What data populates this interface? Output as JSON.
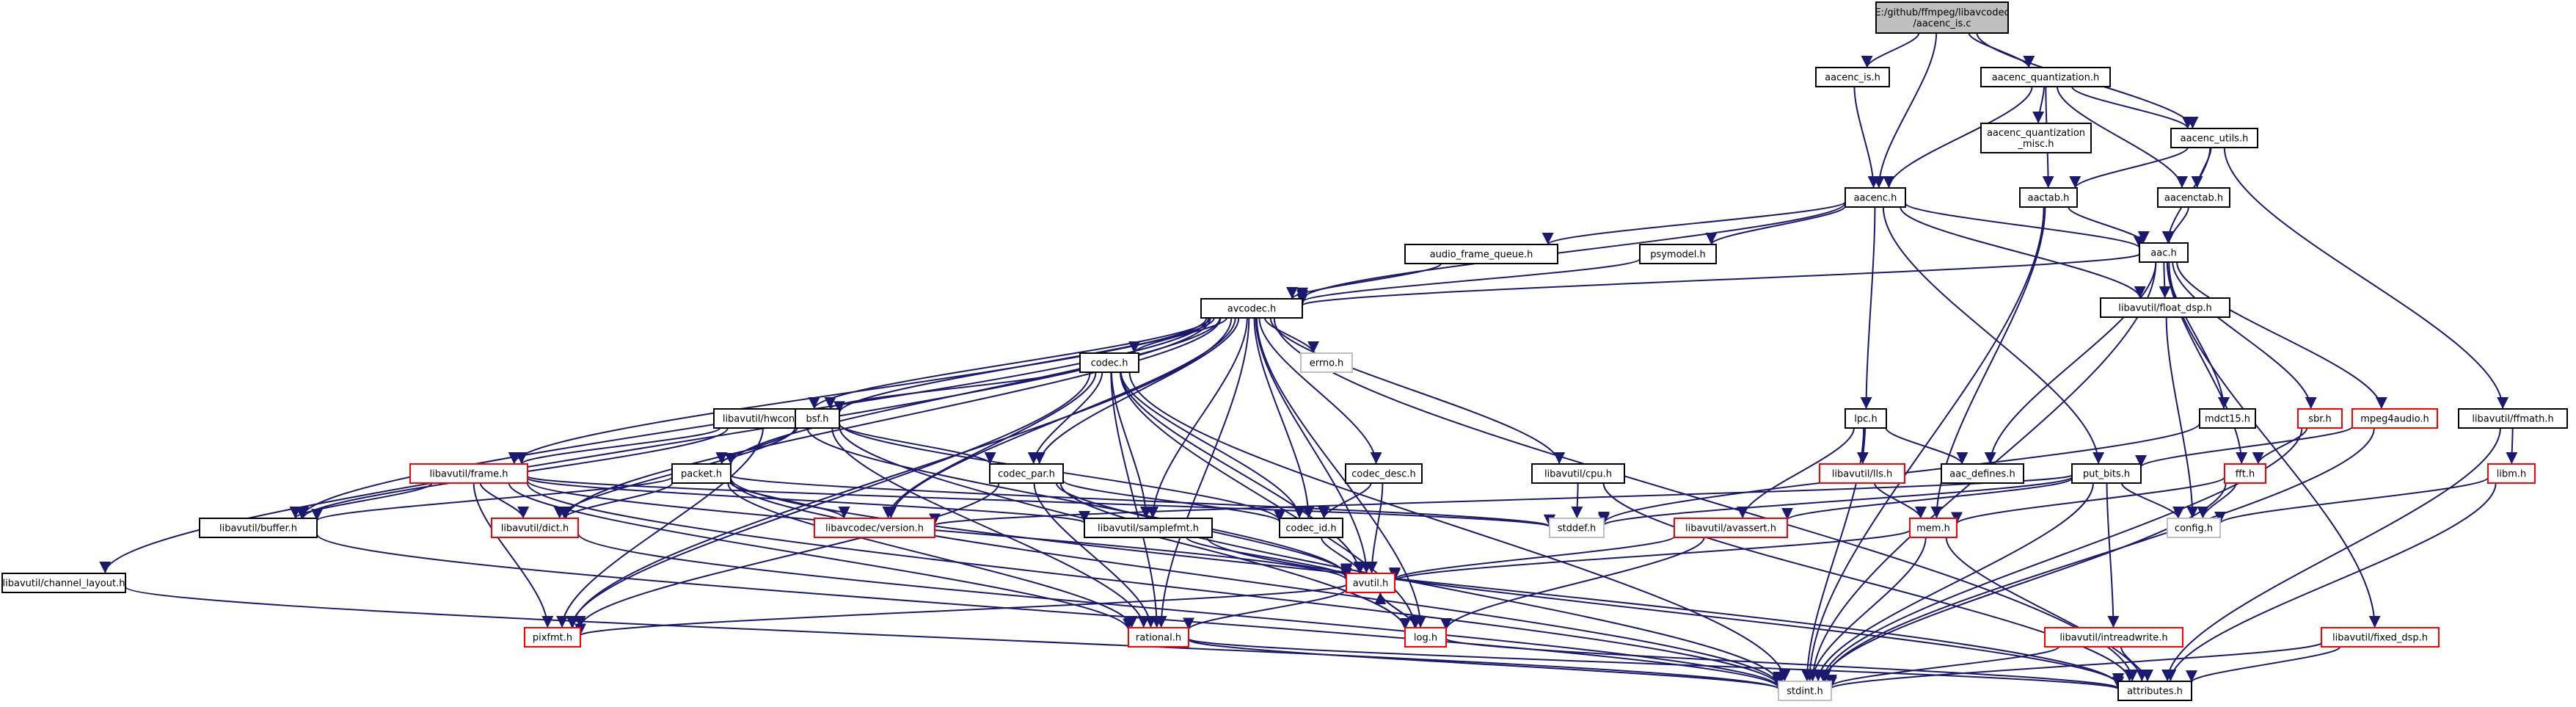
{
  "colors": {
    "edge": "#191970",
    "node_border": "#000000",
    "node_border_truncated": "#ff0000",
    "node_border_external": "#bfbfbf",
    "node_fill": "#ffffff",
    "root_fill": "#bfbfbf"
  },
  "nodes": [
    {
      "id": "root",
      "label": [
        "E:/github/ffmpeg/libavcodec",
        "/aacenc_is.c"
      ],
      "style": "root"
    },
    {
      "id": "aacenc_is_h",
      "label": [
        "aacenc_is.h"
      ],
      "style": "normal"
    },
    {
      "id": "aacenc_quantization_h",
      "label": [
        "aacenc_quantization.h"
      ],
      "style": "normal"
    },
    {
      "id": "aacenc_quantization_misc_h",
      "label": [
        "aacenc_quantization",
        "_misc.h"
      ],
      "style": "normal"
    },
    {
      "id": "aacenc_utils_h",
      "label": [
        "aacenc_utils.h"
      ],
      "style": "normal"
    },
    {
      "id": "aacenc_h",
      "label": [
        "aacenc.h"
      ],
      "style": "normal"
    },
    {
      "id": "aactab_h",
      "label": [
        "aactab.h"
      ],
      "style": "normal"
    },
    {
      "id": "aacenctab_h",
      "label": [
        "aacenctab.h"
      ],
      "style": "normal"
    },
    {
      "id": "aac_h",
      "label": [
        "aac.h"
      ],
      "style": "normal"
    },
    {
      "id": "audio_frame_queue_h",
      "label": [
        "audio_frame_queue.h"
      ],
      "style": "normal"
    },
    {
      "id": "psymodel_h",
      "label": [
        "psymodel.h"
      ],
      "style": "normal"
    },
    {
      "id": "float_dsp_h",
      "label": [
        "libavutil/float_dsp.h"
      ],
      "style": "normal"
    },
    {
      "id": "avcodec_h",
      "label": [
        "avcodec.h"
      ],
      "style": "normal"
    },
    {
      "id": "errno_h",
      "label": [
        "errno.h"
      ],
      "style": "external"
    },
    {
      "id": "codec_h",
      "label": [
        "codec.h"
      ],
      "style": "normal"
    },
    {
      "id": "hwcontext_h",
      "label": [
        "libavutil/hwcontext.h"
      ],
      "style": "normal"
    },
    {
      "id": "bsf_h",
      "label": [
        "bsf.h"
      ],
      "style": "normal"
    },
    {
      "id": "frame_h",
      "label": [
        "libavutil/frame.h"
      ],
      "style": "truncated"
    },
    {
      "id": "packet_h",
      "label": [
        "packet.h"
      ],
      "style": "normal"
    },
    {
      "id": "codec_par_h",
      "label": [
        "codec_par.h"
      ],
      "style": "normal"
    },
    {
      "id": "codec_desc_h",
      "label": [
        "codec_desc.h"
      ],
      "style": "normal"
    },
    {
      "id": "cpu_h",
      "label": [
        "libavutil/cpu.h"
      ],
      "style": "normal"
    },
    {
      "id": "lpc_h",
      "label": [
        "lpc.h"
      ],
      "style": "normal"
    },
    {
      "id": "lls_h",
      "label": [
        "libavutil/lls.h"
      ],
      "style": "truncated"
    },
    {
      "id": "aac_defines_h",
      "label": [
        "aac_defines.h"
      ],
      "style": "normal"
    },
    {
      "id": "mdct15_h",
      "label": [
        "mdct15.h"
      ],
      "style": "normal"
    },
    {
      "id": "sbr_h",
      "label": [
        "sbr.h"
      ],
      "style": "truncated"
    },
    {
      "id": "mpeg4audio_h",
      "label": [
        "mpeg4audio.h"
      ],
      "style": "truncated"
    },
    {
      "id": "ffmath_h",
      "label": [
        "libavutil/ffmath.h"
      ],
      "style": "normal"
    },
    {
      "id": "put_bits_h",
      "label": [
        "put_bits.h"
      ],
      "style": "normal"
    },
    {
      "id": "fft_h",
      "label": [
        "fft.h"
      ],
      "style": "truncated"
    },
    {
      "id": "libm_h",
      "label": [
        "libm.h"
      ],
      "style": "truncated"
    },
    {
      "id": "buffer_h",
      "label": [
        "libavutil/buffer.h"
      ],
      "style": "normal"
    },
    {
      "id": "dict_h",
      "label": [
        "libavutil/dict.h"
      ],
      "style": "truncated"
    },
    {
      "id": "version_h",
      "label": [
        "libavcodec/version.h"
      ],
      "style": "truncated"
    },
    {
      "id": "codec_id_h",
      "label": [
        "codec_id.h"
      ],
      "style": "normal"
    },
    {
      "id": "stddef_h",
      "label": [
        "stddef.h"
      ],
      "style": "external"
    },
    {
      "id": "avassert_h",
      "label": [
        "libavutil/avassert.h"
      ],
      "style": "truncated"
    },
    {
      "id": "mem_h",
      "label": [
        "mem.h"
      ],
      "style": "truncated"
    },
    {
      "id": "config_h",
      "label": [
        "config.h"
      ],
      "style": "external"
    },
    {
      "id": "samplefmt_h",
      "label": [
        "libavutil/samplefmt.h"
      ],
      "style": "normal"
    },
    {
      "id": "channel_layout_h",
      "label": [
        "libavutil/channel_layout.h"
      ],
      "style": "normal"
    },
    {
      "id": "avutil_h",
      "label": [
        "avutil.h"
      ],
      "style": "truncated"
    },
    {
      "id": "pixfmt_h",
      "label": [
        "pixfmt.h"
      ],
      "style": "truncated"
    },
    {
      "id": "rational_h",
      "label": [
        "rational.h"
      ],
      "style": "truncated"
    },
    {
      "id": "log_h",
      "label": [
        "log.h"
      ],
      "style": "truncated"
    },
    {
      "id": "intreadwrite_h",
      "label": [
        "libavutil/intreadwrite.h"
      ],
      "style": "truncated"
    },
    {
      "id": "fixed_dsp_h",
      "label": [
        "libavutil/fixed_dsp.h"
      ],
      "style": "truncated"
    },
    {
      "id": "stdint_h",
      "label": [
        "stdint.h"
      ],
      "style": "external"
    },
    {
      "id": "attributes_h",
      "label": [
        "attributes.h"
      ],
      "style": "normal"
    }
  ],
  "edges": [
    [
      "root",
      "aacenc_is_h"
    ],
    [
      "root",
      "aacenc_quantization_h"
    ],
    [
      "root",
      "aacenc_utils_h"
    ],
    [
      "root",
      "aacenc_h"
    ],
    [
      "aacenc_is_h",
      "aacenc_h"
    ],
    [
      "aacenc_quantization_h",
      "aacenc_quantization_misc_h"
    ],
    [
      "aacenc_quantization_h",
      "aacenc_utils_h"
    ],
    [
      "aacenc_quantization_h",
      "aacenc_h"
    ],
    [
      "aacenc_quantization_h",
      "aactab_h"
    ],
    [
      "aacenc_quantization_h",
      "aacenctab_h"
    ],
    [
      "aacenc_utils_h",
      "aactab_h"
    ],
    [
      "aacenc_utils_h",
      "aacenctab_h"
    ],
    [
      "aacenc_utils_h",
      "aac_h"
    ],
    [
      "aacenc_utils_h",
      "ffmath_h"
    ],
    [
      "aacenc_h",
      "audio_frame_queue_h"
    ],
    [
      "aacenc_h",
      "psymodel_h"
    ],
    [
      "aacenc_h",
      "aac_h"
    ],
    [
      "aacenc_h",
      "avcodec_h"
    ],
    [
      "aacenc_h",
      "float_dsp_h"
    ],
    [
      "aacenc_h",
      "lpc_h"
    ],
    [
      "aacenc_h",
      "put_bits_h"
    ],
    [
      "aactab_h",
      "aac_h"
    ],
    [
      "aactab_h",
      "stdint_h"
    ],
    [
      "aactab_h",
      "mem_h"
    ],
    [
      "aacenctab_h",
      "aac_h"
    ],
    [
      "audio_frame_queue_h",
      "avcodec_h"
    ],
    [
      "psymodel_h",
      "avcodec_h"
    ],
    [
      "aac_h",
      "avcodec_h"
    ],
    [
      "aac_h",
      "float_dsp_h"
    ],
    [
      "aac_h",
      "mdct15_h"
    ],
    [
      "aac_h",
      "sbr_h"
    ],
    [
      "aac_h",
      "mpeg4audio_h"
    ],
    [
      "aac_h",
      "fft_h"
    ],
    [
      "aac_h",
      "aac_defines_h"
    ],
    [
      "aac_h",
      "stdint_h"
    ],
    [
      "aac_h",
      "fixed_dsp_h"
    ],
    [
      "float_dsp_h",
      "config_h"
    ],
    [
      "avcodec_h",
      "errno_h"
    ],
    [
      "avcodec_h",
      "codec_h"
    ],
    [
      "avcodec_h",
      "hwcontext_h"
    ],
    [
      "avcodec_h",
      "bsf_h"
    ],
    [
      "avcodec_h",
      "frame_h"
    ],
    [
      "avcodec_h",
      "packet_h"
    ],
    [
      "avcodec_h",
      "codec_par_h"
    ],
    [
      "avcodec_h",
      "codec_desc_h"
    ],
    [
      "avcodec_h",
      "cpu_h"
    ],
    [
      "avcodec_h",
      "buffer_h"
    ],
    [
      "avcodec_h",
      "dict_h"
    ],
    [
      "avcodec_h",
      "version_h"
    ],
    [
      "avcodec_h",
      "codec_id_h"
    ],
    [
      "avcodec_h",
      "samplefmt_h"
    ],
    [
      "avcodec_h",
      "channel_layout_h"
    ],
    [
      "avcodec_h",
      "avutil_h"
    ],
    [
      "avcodec_h",
      "pixfmt_h"
    ],
    [
      "avcodec_h",
      "rational_h"
    ],
    [
      "avcodec_h",
      "log_h"
    ],
    [
      "avcodec_h",
      "attributes_h"
    ],
    [
      "codec_h",
      "hwcontext_h"
    ],
    [
      "codec_h",
      "codec_par_h"
    ],
    [
      "codec_h",
      "version_h"
    ],
    [
      "codec_h",
      "codec_id_h"
    ],
    [
      "codec_h",
      "samplefmt_h"
    ],
    [
      "codec_h",
      "avutil_h"
    ],
    [
      "codec_h",
      "rational_h"
    ],
    [
      "codec_h",
      "log_h"
    ],
    [
      "codec_h",
      "pixfmt_h"
    ],
    [
      "codec_h",
      "stdint_h"
    ],
    [
      "hwcontext_h",
      "frame_h"
    ],
    [
      "hwcontext_h",
      "buffer_h"
    ],
    [
      "hwcontext_h",
      "pixfmt_h"
    ],
    [
      "hwcontext_h",
      "avutil_h"
    ],
    [
      "bsf_h",
      "packet_h"
    ],
    [
      "bsf_h",
      "codec_par_h"
    ],
    [
      "bsf_h",
      "codec_id_h"
    ],
    [
      "bsf_h",
      "dict_h"
    ],
    [
      "bsf_h",
      "log_h"
    ],
    [
      "bsf_h",
      "rational_h"
    ],
    [
      "frame_h",
      "buffer_h"
    ],
    [
      "frame_h",
      "dict_h"
    ],
    [
      "frame_h",
      "samplefmt_h"
    ],
    [
      "frame_h",
      "pixfmt_h"
    ],
    [
      "frame_h",
      "avutil_h"
    ],
    [
      "frame_h",
      "rational_h"
    ],
    [
      "frame_h",
      "stdint_h"
    ],
    [
      "frame_h",
      "stddef_h"
    ],
    [
      "packet_h",
      "buffer_h"
    ],
    [
      "packet_h",
      "dict_h"
    ],
    [
      "packet_h",
      "version_h"
    ],
    [
      "packet_h",
      "rational_h"
    ],
    [
      "packet_h",
      "attributes_h"
    ],
    [
      "packet_h",
      "stdint_h"
    ],
    [
      "packet_h",
      "stddef_h"
    ],
    [
      "codec_par_h",
      "codec_id_h"
    ],
    [
      "codec_par_h",
      "avutil_h"
    ],
    [
      "codec_par_h",
      "rational_h"
    ],
    [
      "codec_par_h",
      "pixfmt_h"
    ],
    [
      "codec_par_h",
      "stdint_h"
    ],
    [
      "codec_desc_h",
      "codec_id_h"
    ],
    [
      "codec_desc_h",
      "avutil_h"
    ],
    [
      "cpu_h",
      "stddef_h"
    ],
    [
      "cpu_h",
      "attributes_h"
    ],
    [
      "lpc_h",
      "lls_h"
    ],
    [
      "lpc_h",
      "aac_defines_h"
    ],
    [
      "lpc_h",
      "avassert_h"
    ],
    [
      "lpc_h",
      "stdint_h"
    ],
    [
      "lls_h",
      "mem_h"
    ],
    [
      "mdct15_h",
      "stddef_h"
    ],
    [
      "sbr_h",
      "fft_h"
    ],
    [
      "sbr_h",
      "stdint_h"
    ],
    [
      "mpeg4audio_h",
      "put_bits_h"
    ],
    [
      "mpeg4audio_h",
      "stdint_h"
    ],
    [
      "ffmath_h",
      "libm_h"
    ],
    [
      "ffmath_h",
      "attributes_h"
    ],
    [
      "put_bits_h",
      "stddef_h"
    ],
    [
      "put_bits_h",
      "config_h"
    ],
    [
      "put_bits_h",
      "avassert_h"
    ],
    [
      "put_bits_h",
      "intreadwrite_h"
    ],
    [
      "put_bits_h",
      "version_h"
    ],
    [
      "put_bits_h",
      "stdint_h"
    ],
    [
      "fft_h",
      "config_h"
    ],
    [
      "fft_h",
      "mem_h"
    ],
    [
      "fft_h",
      "stdint_h"
    ],
    [
      "libm_h",
      "config_h"
    ],
    [
      "libm_h",
      "attributes_h"
    ],
    [
      "buffer_h",
      "stdint_h"
    ],
    [
      "dict_h",
      "stdint_h"
    ],
    [
      "codec_id_h",
      "avutil_h"
    ],
    [
      "avassert_h",
      "avutil_h"
    ],
    [
      "avassert_h",
      "log_h"
    ],
    [
      "mem_h",
      "avutil_h"
    ],
    [
      "mem_h",
      "attributes_h"
    ],
    [
      "mem_h",
      "stdint_h"
    ],
    [
      "samplefmt_h",
      "avutil_h"
    ],
    [
      "samplefmt_h",
      "attributes_h"
    ],
    [
      "channel_layout_h",
      "stdint_h"
    ],
    [
      "avutil_h",
      "pixfmt_h"
    ],
    [
      "avutil_h",
      "rational_h"
    ],
    [
      "avutil_h",
      "log_h"
    ],
    [
      "rational_h",
      "attributes_h"
    ],
    [
      "rational_h",
      "stdint_h"
    ],
    [
      "log_h",
      "avutil_h"
    ],
    [
      "log_h",
      "attributes_h"
    ],
    [
      "intreadwrite_h",
      "stdint_h"
    ],
    [
      "intreadwrite_h",
      "attributes_h"
    ],
    [
      "fixed_dsp_h",
      "attributes_h"
    ],
    [
      "fixed_dsp_h",
      "stdint_h"
    ]
  ]
}
